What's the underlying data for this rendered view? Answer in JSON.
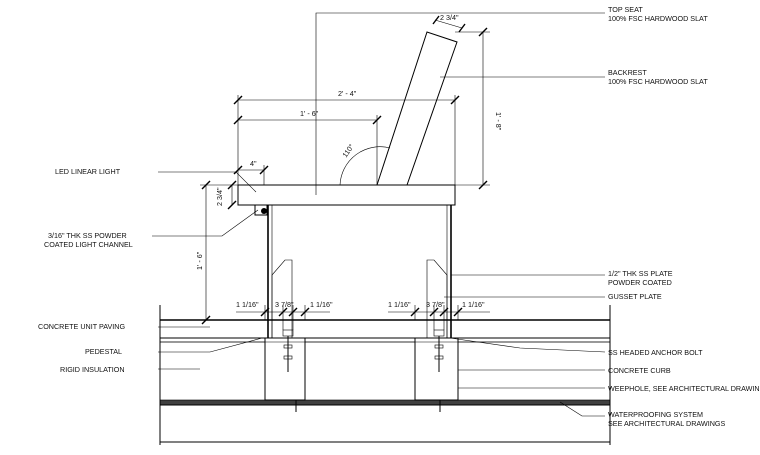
{
  "labels": {
    "top_seat_1": "TOP SEAT",
    "top_seat_2": "100% FSC HARDWOOD SLAT",
    "backrest_1": "BACKREST",
    "backrest_2": "100% FSC HARDWOOD SLAT",
    "led": "LED LINEAR LIGHT",
    "channel_1": "3/16\" THK SS POWDER",
    "channel_2": "COATED LIGHT CHANNEL",
    "plate_1": "1/2\" THK SS PLATE",
    "plate_2": "POWDER COATED",
    "gusset": "GUSSET PLATE",
    "paving": "CONCRETE UNIT PAVING",
    "pedestal": "PEDESTAL",
    "insulation": "RIGID INSULATION",
    "anchor": "SS HEADED ANCHOR BOLT",
    "curb": "CONCRETE CURB",
    "weep": "WEEPHOLE, SEE ARCHITECTURAL DRAWINGS",
    "wp_1": "WATERPROOFING SYSTEM",
    "wp_2": "SEE ARCHITECTURAL DRAWINGS"
  },
  "dimensions": {
    "seat_top": "2 3/4\"",
    "overall_width": "2' - 4\"",
    "back_offset": "1' - 6\"",
    "back_height": "1' - 8\"",
    "angle": "110°",
    "led_offset": "4\"",
    "seat_thk": "2 3/4\"",
    "seat_height": "1' - 6\"",
    "left_a": "1 1/16\"",
    "left_b": "3 7/8\"",
    "left_c": "1 1/16\"",
    "right_a": "1 1/16\"",
    "right_b": "3 7/8\"",
    "right_c": "1 1/16\""
  }
}
